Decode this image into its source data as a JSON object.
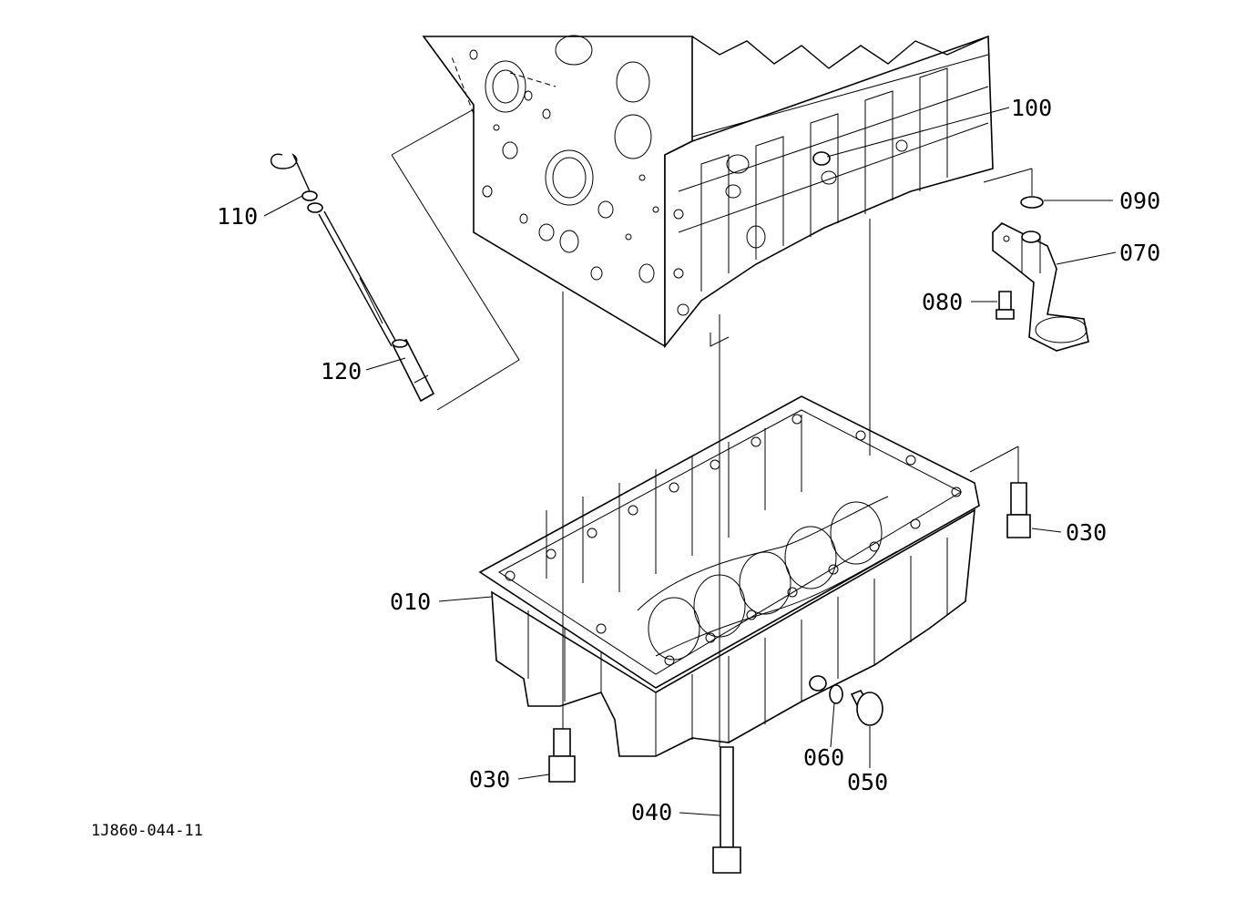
{
  "drawing_code": "1J860-044-11",
  "parts": [
    {
      "id": "p100",
      "number": "100"
    },
    {
      "id": "p090",
      "number": "090"
    },
    {
      "id": "p070",
      "number": "070"
    },
    {
      "id": "p080",
      "number": "080"
    },
    {
      "id": "p110",
      "number": "110"
    },
    {
      "id": "p120",
      "number": "120"
    },
    {
      "id": "p030a",
      "number": "030"
    },
    {
      "id": "p010",
      "number": "010"
    },
    {
      "id": "p030b",
      "number": "030"
    },
    {
      "id": "p060",
      "number": "060"
    },
    {
      "id": "p050",
      "number": "050"
    },
    {
      "id": "p040",
      "number": "040"
    }
  ]
}
